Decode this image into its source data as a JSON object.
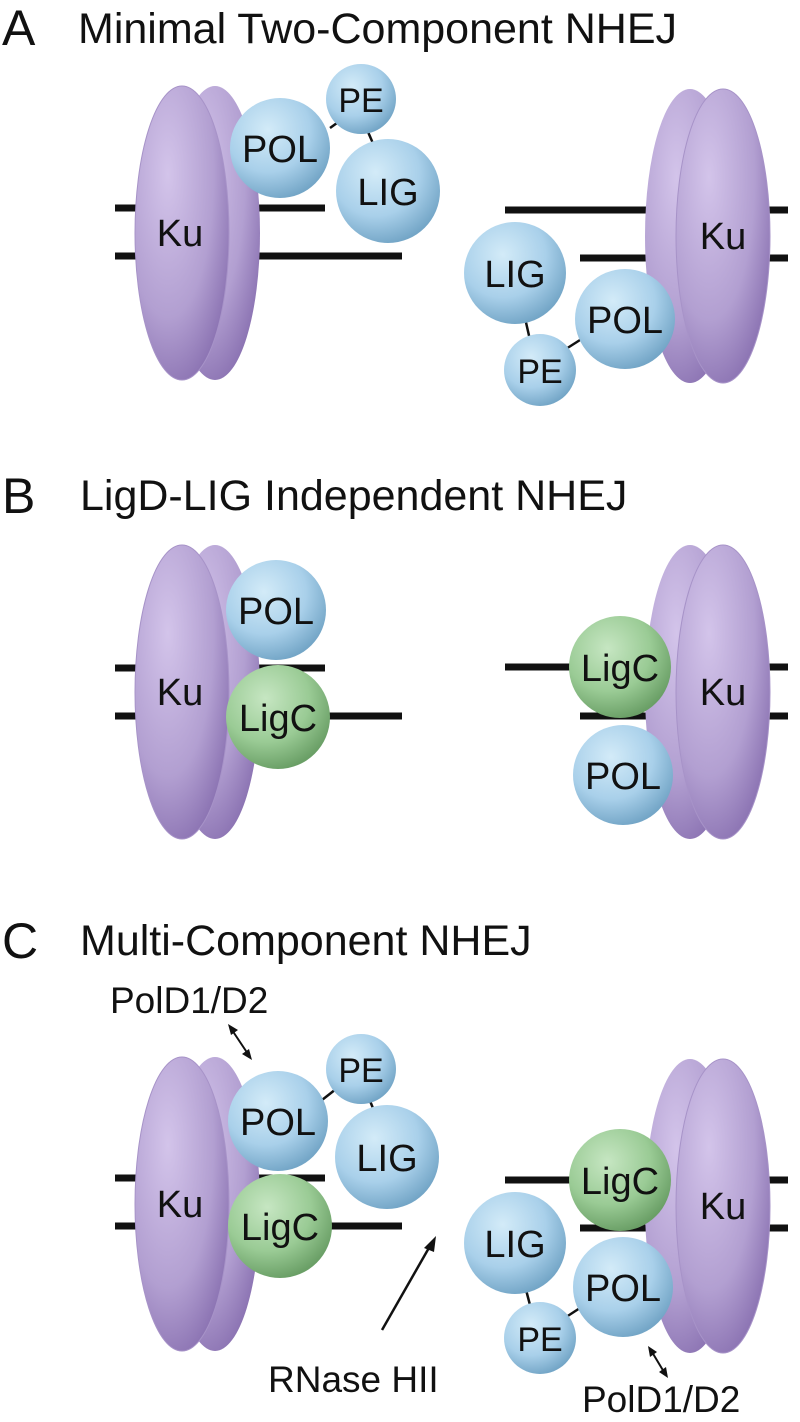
{
  "panels": {
    "a": {
      "letter": "A",
      "title": "Minimal Two-Component NHEJ"
    },
    "b": {
      "letter": "B",
      "title": "LigD-LIG Independent NHEJ"
    },
    "c": {
      "letter": "C",
      "title": "Multi-Component NHEJ"
    }
  },
  "labels": {
    "ku": "Ku",
    "pol": "POL",
    "pe": "PE",
    "lig": "LIG",
    "ligc": "LigC",
    "poldd": "PolD1/D2",
    "rnase": "RNase HII"
  },
  "colors": {
    "ku": "#b9a5d6",
    "ku_dark": "#8f77b6",
    "domain_blue": "#aed3ec",
    "domain_blue_dark": "#78a9c9",
    "ligc_green": "#9fcf9b",
    "ligc_dark": "#6ea46a",
    "dna": "#111111"
  }
}
